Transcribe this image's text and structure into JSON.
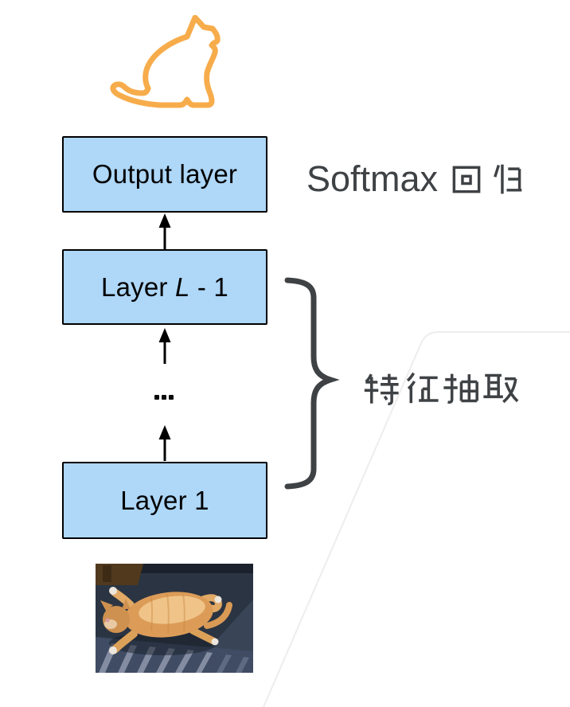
{
  "slide": {
    "background_color": "#ffffff",
    "watermark_color": "#ededed"
  },
  "diagram": {
    "cat_icon": {
      "name": "cat-outline-icon",
      "color": "#F7AC4B"
    },
    "box_style": {
      "fill": "#AED7F8",
      "border": "#000000",
      "label_color": "#000000"
    },
    "boxes": [
      {
        "label": "Output layer"
      },
      {
        "label": "Layer L - 1",
        "prefix": "Layer ",
        "variable": "L",
        "suffix": " - 1"
      },
      {
        "label": "Layer 1"
      }
    ],
    "ellipsis": "...",
    "arrow_color": "#000000",
    "brace_color": "#3F4245",
    "annotation_color": "#3F4245",
    "annotations": {
      "softmax": {
        "text": "Softmax 回归",
        "latin": "Softmax",
        "cjk": "回归"
      },
      "feature_extraction": {
        "text": "特征抽取",
        "cjk": "特征抽取"
      }
    },
    "input_image": {
      "name": "orange-cat-photo"
    }
  }
}
